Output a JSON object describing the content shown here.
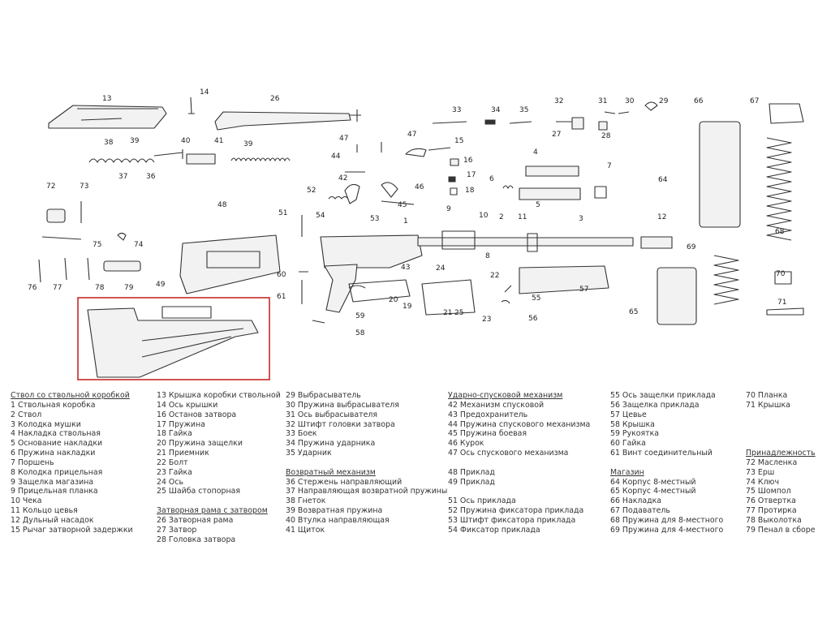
{
  "callouts": [
    "1",
    "2",
    "3",
    "4",
    "5",
    "6",
    "7",
    "8",
    "9",
    "10",
    "11",
    "12",
    "13",
    "14",
    "15",
    "16",
    "17",
    "18",
    "19",
    "20",
    "21",
    "22",
    "23",
    "24",
    "25",
    "26",
    "27",
    "28",
    "29",
    "30",
    "31",
    "32",
    "33",
    "34",
    "35",
    "36",
    "37",
    "38",
    "39",
    "39",
    "40",
    "41",
    "42",
    "43",
    "44",
    "45",
    "46",
    "47",
    "47",
    "48",
    "49",
    "51",
    "52",
    "53",
    "54",
    "55",
    "56",
    "57",
    "58",
    "59",
    "60",
    "61",
    "64",
    "65",
    "66",
    "67",
    "68",
    "69",
    "70",
    "71",
    "72",
    "73",
    "74",
    "75",
    "76",
    "77",
    "78",
    "79"
  ],
  "legend": {
    "columns": [
      {
        "id": "c1",
        "items": [
          {
            "text": "Ствол со ствольной коробкой",
            "heading": true
          },
          {
            "text": "1 Ствольная коробка"
          },
          {
            "text": "2 Ствол"
          },
          {
            "text": "3 Колодка мушки"
          },
          {
            "text": "4 Накладка ствольная"
          },
          {
            "text": "5 Основание накладки"
          },
          {
            "text": "6 Пружина накладки"
          },
          {
            "text": "7 Поршень"
          },
          {
            "text": "8 Колодка прицельная"
          },
          {
            "text": "9 Защелка магазина"
          },
          {
            "text": "9 Прицельная планка"
          },
          {
            "text": "10 Чека"
          },
          {
            "text": "11 Кольцо цевья"
          },
          {
            "text": "12 Дульный насадок"
          },
          {
            "text": "15 Рычаг затворной задержки"
          }
        ]
      },
      {
        "id": "c2",
        "items": [
          {
            "text": "13 Крышка коробки ствольной"
          },
          {
            "text": "14 Ось крышки"
          },
          {
            "text": "16 Останов затвора"
          },
          {
            "text": "17 Пружина"
          },
          {
            "text": "18 Гайка"
          },
          {
            "text": "20 Пружина защелки"
          },
          {
            "text": "21 Приемник"
          },
          {
            "text": "22 Болт"
          },
          {
            "text": "23 Гайка"
          },
          {
            "text": "24 Ось"
          },
          {
            "text": "25 Шайба стопорная"
          },
          {
            "gap": true
          },
          {
            "text": "Затворная рама с затвором",
            "heading": true
          },
          {
            "text": "26 Затворная рама"
          },
          {
            "text": "27 Затвор"
          },
          {
            "text": "28 Головка затвора"
          }
        ]
      },
      {
        "id": "c3",
        "items": [
          {
            "text": "29 Выбрасыватель"
          },
          {
            "text": "30 Пружина выбрасывателя"
          },
          {
            "text": "31 Ось выбрасывателя"
          },
          {
            "text": "32 Штифт головки затвора"
          },
          {
            "text": "33 Боек"
          },
          {
            "text": "34 Пружина ударника"
          },
          {
            "text": "35 Ударник"
          },
          {
            "gap": true
          },
          {
            "text": "Возвратный механизм",
            "heading": true
          },
          {
            "text": "36 Стержень направляющий"
          },
          {
            "text": "37 Направляющая возвратной пружины"
          },
          {
            "text": "38 Гнеток"
          },
          {
            "text": "39 Возвратная пружина"
          },
          {
            "text": "40 Втулка направляющая"
          },
          {
            "text": "41 Щиток"
          }
        ]
      },
      {
        "id": "c4",
        "items": [
          {
            "text": "Ударно-спусковой механизм",
            "heading": true
          },
          {
            "text": "42 Механизм спусковой"
          },
          {
            "text": "43 Предохранитель"
          },
          {
            "text": "44 Пружина спускового механизма"
          },
          {
            "text": "45 Пружина боевая"
          },
          {
            "text": "46 Курок"
          },
          {
            "text": "47 Ось спускового механизма"
          },
          {
            "gap": true
          },
          {
            "text": "48 Приклад"
          },
          {
            "text": "49 Приклад"
          },
          {
            "gap": true
          },
          {
            "text": "51 Ось приклада"
          },
          {
            "text": "52 Пружина фиксатора приклада"
          },
          {
            "text": "53 Штифт фиксатора приклада"
          },
          {
            "text": "54 Фиксатор приклада"
          }
        ]
      },
      {
        "id": "c5",
        "items": [
          {
            "text": "55 Ось защелки приклада"
          },
          {
            "text": "56 Защелка приклада"
          },
          {
            "text": "57 Цевье"
          },
          {
            "text": "58 Крышка"
          },
          {
            "text": "59 Рукоятка"
          },
          {
            "text": "60 Гайка"
          },
          {
            "text": "61 Винт соединительный"
          },
          {
            "gap": true
          },
          {
            "text": "Магазин",
            "heading": true
          },
          {
            "text": "64 Корпус 8-местный"
          },
          {
            "text": "65 Корпус 4-местный"
          },
          {
            "text": "66 Накладка"
          },
          {
            "text": "67 Подаватель"
          },
          {
            "text": "68 Пружина для 8-местного"
          },
          {
            "text": "69 Пружина для 4-местного"
          }
        ]
      },
      {
        "id": "c6",
        "items": [
          {
            "text": "70 Планка"
          },
          {
            "text": "71 Крышка"
          },
          {
            "gap": true
          },
          {
            "gap": true
          },
          {
            "gap": true
          },
          {
            "gap": true
          },
          {
            "text": "Принадлежность",
            "heading": true
          },
          {
            "text": "72 Масленка"
          },
          {
            "text": "73 Ерш"
          },
          {
            "text": "74 Ключ"
          },
          {
            "text": "75 Шомпол"
          },
          {
            "text": "76 Отвертка"
          },
          {
            "text": "77 Протирка"
          },
          {
            "text": "78 Выколотка"
          },
          {
            "text": "79 Пенал в сборе"
          }
        ]
      }
    ]
  },
  "colors": {
    "line": "#333333",
    "highlight": "#c62828",
    "background": "#ffffff"
  }
}
